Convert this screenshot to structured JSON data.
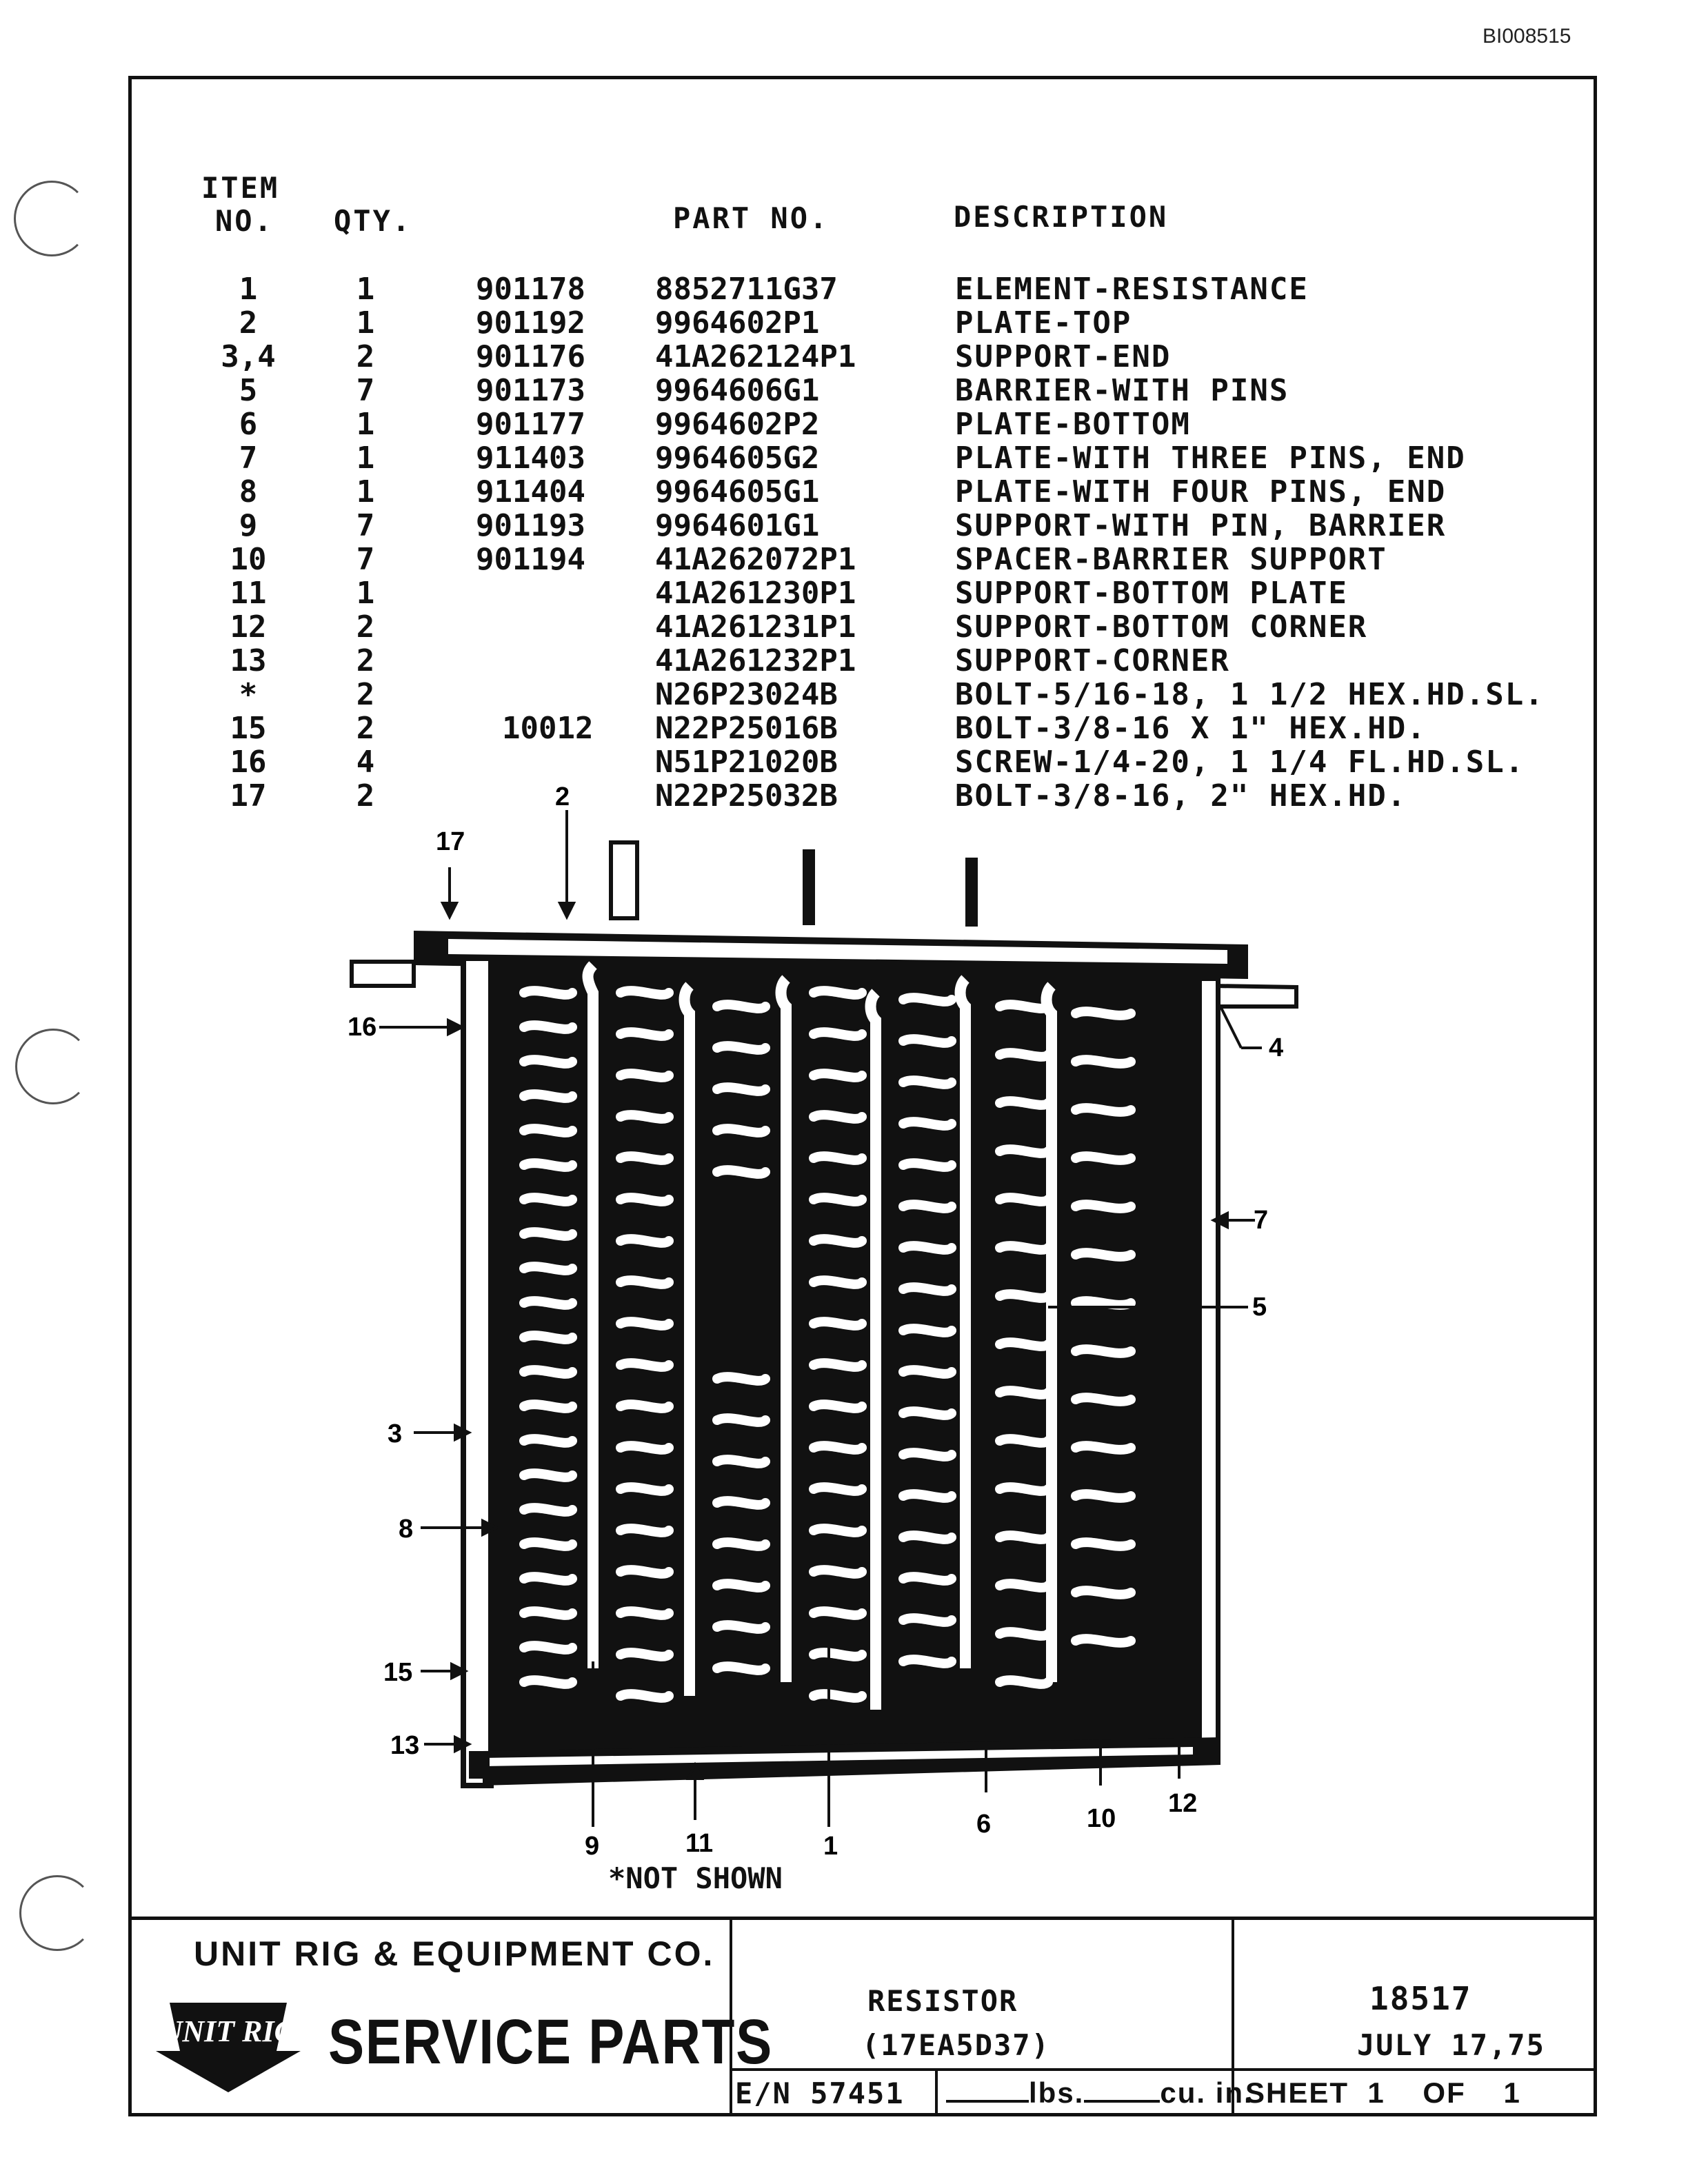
{
  "doc_id": "BI008515",
  "headers": {
    "item_no_line1": "ITEM",
    "item_no_line2": "NO.",
    "qty": "QTY.",
    "part_no": "PART NO.",
    "description": "DESCRIPTION"
  },
  "parts": [
    {
      "item": "1",
      "qty": "1",
      "ref": "901178",
      "part": "8852711G37",
      "desc": "ELEMENT-RESISTANCE"
    },
    {
      "item": "2",
      "qty": "1",
      "ref": "901192",
      "part": "9964602P1",
      "desc": "PLATE-TOP"
    },
    {
      "item": "3,4",
      "qty": "2",
      "ref": "901176",
      "part": "41A262124P1",
      "desc": "SUPPORT-END"
    },
    {
      "item": "5",
      "qty": "7",
      "ref": "901173",
      "part": "9964606G1",
      "desc": "BARRIER-WITH PINS"
    },
    {
      "item": "6",
      "qty": "1",
      "ref": "901177",
      "part": "9964602P2",
      "desc": "PLATE-BOTTOM"
    },
    {
      "item": "7",
      "qty": "1",
      "ref": "911403",
      "part": "9964605G2",
      "desc": "PLATE-WITH THREE PINS, END"
    },
    {
      "item": "8",
      "qty": "1",
      "ref": "911404",
      "part": "9964605G1",
      "desc": "PLATE-WITH FOUR PINS, END"
    },
    {
      "item": "9",
      "qty": "7",
      "ref": "901193",
      "part": "9964601G1",
      "desc": "SUPPORT-WITH PIN, BARRIER"
    },
    {
      "item": "10",
      "qty": "7",
      "ref": "901194",
      "part": "41A262072P1",
      "desc": "SPACER-BARRIER SUPPORT"
    },
    {
      "item": "11",
      "qty": "1",
      "ref": "",
      "part": "41A261230P1",
      "desc": "SUPPORT-BOTTOM PLATE"
    },
    {
      "item": "12",
      "qty": "2",
      "ref": "",
      "part": "41A261231P1",
      "desc": "SUPPORT-BOTTOM CORNER"
    },
    {
      "item": "13",
      "qty": "2",
      "ref": "",
      "part": "41A261232P1",
      "desc": "SUPPORT-CORNER"
    },
    {
      "item": "*",
      "qty": "2",
      "ref": "",
      "part": "N26P23024B",
      "desc": "BOLT-5/16-18, 1 1/2 HEX.HD.SL."
    },
    {
      "item": "15",
      "qty": "2",
      "ref": "10012",
      "part": "N22P25016B",
      "desc": "BOLT-3/8-16 X 1\" HEX.HD."
    },
    {
      "item": "16",
      "qty": "4",
      "ref": "",
      "part": "N51P21020B",
      "desc": "SCREW-1/4-20, 1 1/4 FL.HD.SL."
    },
    {
      "item": "17",
      "qty": "2",
      "ref": "",
      "part": "N22P25032B",
      "desc": "BOLT-3/8-16, 2\" HEX.HD."
    }
  ],
  "callouts": {
    "c17": "17",
    "c2": "2",
    "c16": "16",
    "c4": "4",
    "c7": "7",
    "c5": "5",
    "c3": "3",
    "c8": "8",
    "c15": "15",
    "c13": "13",
    "c9": "9",
    "c11": "11",
    "c1": "1",
    "c6": "6",
    "c10": "10",
    "c12": "12"
  },
  "not_shown": "*NOT SHOWN",
  "title_block": {
    "company": "UNIT RIG & EQUIPMENT CO.",
    "logo_text": "UNIT RIG",
    "service_parts": "SERVICE PARTS",
    "title": "RESISTOR",
    "model": "(17EA5D37)",
    "number": "18517",
    "date": "JULY 17,75",
    "en": "E/N 57451",
    "lbs": "lbs.",
    "cuin": "cu. in.",
    "sheet_label": "SHEET",
    "sheet_num": "1",
    "of_label": "OF",
    "sheet_total": "1"
  }
}
